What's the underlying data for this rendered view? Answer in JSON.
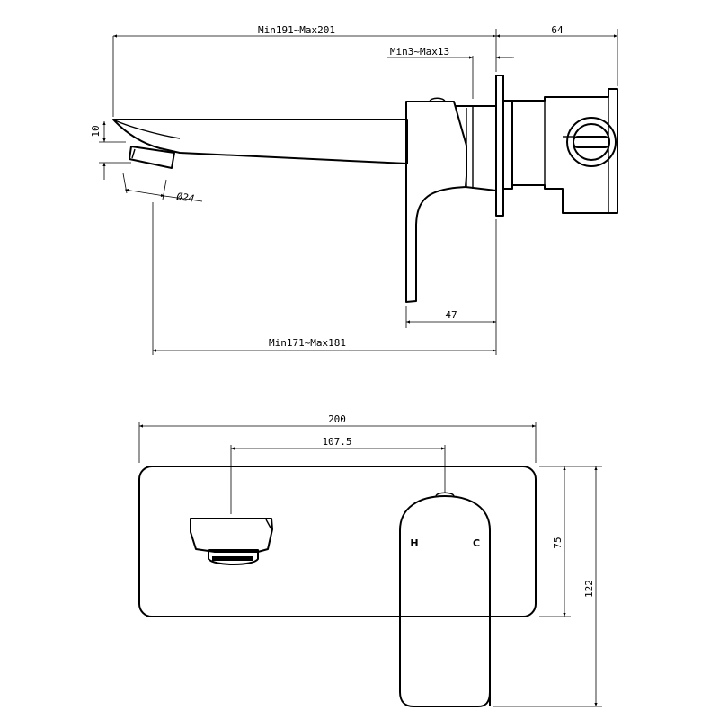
{
  "side_view": {
    "overall_length": "Min191~Max201",
    "depth_back": "64",
    "wall_adjust": "Min3~Max13",
    "spout_height": "10",
    "aerator_dia": "Ø24",
    "handle_offset": "47",
    "spout_reach": "Min171~Max181"
  },
  "front_view": {
    "plate_width": "200",
    "centres": "107.5",
    "handle_height": "75",
    "overall_height": "122",
    "hot_mark": "H",
    "cold_mark": "C"
  }
}
